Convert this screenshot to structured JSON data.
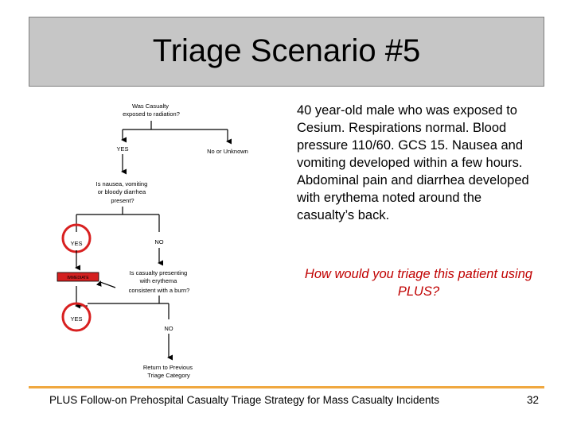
{
  "title": "Triage Scenario #5",
  "flowchart": {
    "q1": [
      "Was Casualty",
      "exposed to radiation?"
    ],
    "q1_yes": "YES",
    "q1_no": "No or Unknown",
    "q2": [
      "Is nausea, vomiting",
      "or bloody diarrhea",
      "present?"
    ],
    "q2_yes": "YES",
    "q2_no": "NO",
    "immediate": "IMMEDIATE",
    "q3": [
      "Is casualty presenting",
      "with erythema",
      "consistent with a burn?"
    ],
    "q3_yes": "YES",
    "q3_no": "NO",
    "return": [
      "Return to Previous",
      "Triage Category"
    ],
    "colors": {
      "highlight": "#d82020",
      "immediate_fill": "#d42020"
    }
  },
  "scenario": "40 year-old male who was exposed to Cesium. Respirations normal. Blood pressure 110/60. GCS 15. Nausea and vomiting developed within a few hours. Abdominal pain and diarrhea developed with erythema noted around the casualty’s back.",
  "question": "How would you triage this patient using PLUS?",
  "footer": {
    "text": "PLUS Follow-on Prehospital Casualty Triage Strategy for Mass Casualty Incidents",
    "page": "32",
    "rule_color": "#f0a840"
  }
}
